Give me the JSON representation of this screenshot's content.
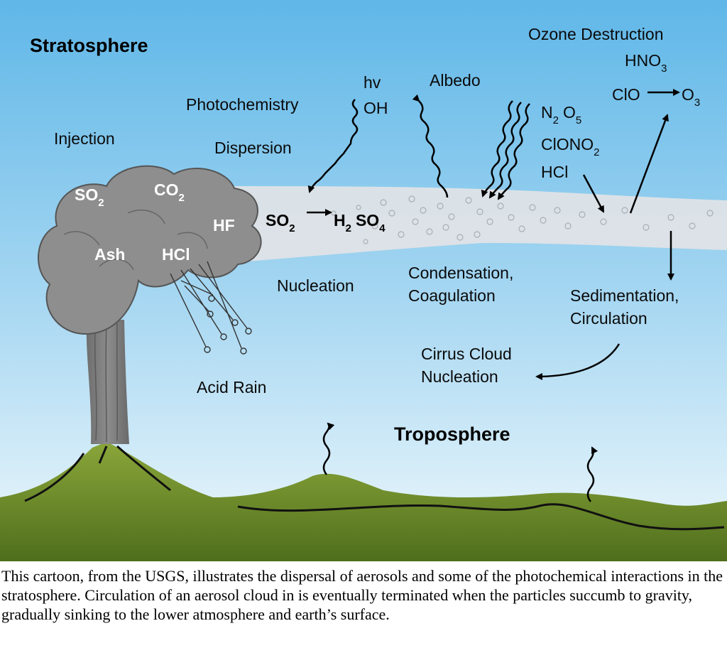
{
  "labels": {
    "stratosphere": "Stratosphere",
    "troposphere": "Troposphere",
    "injection": "Injection",
    "photochemistry": "Photochemistry",
    "dispersion": "Dispersion",
    "hv": "hv",
    "oh": "OH",
    "albedo": "Albedo",
    "ozone_destruction": "Ozone Destruction",
    "hno": "HNO",
    "hno_sub": "3",
    "clo": "ClO",
    "o": "O",
    "o_sub": "3",
    "n": "N",
    "n_sub": "2",
    "o5": "O",
    "o5_sub": "5",
    "clono": "ClONO",
    "clono_sub": "2",
    "hcl_right": "HCl",
    "so2_cloud": "SO",
    "so2_cloud_sub": "2",
    "co2_cloud": "CO",
    "co2_cloud_sub": "2",
    "hf_cloud": "HF",
    "ash_cloud": "Ash",
    "hcl_cloud": "HCl",
    "so2_reaction": "SO",
    "so2_reaction_sub": "2",
    "h2": "H",
    "h2_sub": "2",
    "so4": "SO",
    "so4_sub": "4",
    "nucleation": "Nucleation",
    "condensation": "Condensation,",
    "coagulation": "Coagulation",
    "sedimentation": "Sedimentation,",
    "circulation": "Circulation",
    "cirrus_cloud": "Cirrus Cloud",
    "cirrus_nucleation": "Nucleation",
    "acid_rain": "Acid Rain"
  },
  "caption": "This cartoon, from the USGS, illustrates the dispersal of aerosols and some of the photochemical interactions in the stratosphere. Circulation of an aerosol cloud in is eventually terminated when the particles succumb to gravity, gradually sinking to the lower atmosphere and earth’s surface.",
  "colors": {
    "sky_top": "#5fb7e8",
    "sky_bottom": "#e6f4fb",
    "ground": "#6b8a2a",
    "cloud": "#8f8f8f",
    "plume": "#d9dde0"
  }
}
